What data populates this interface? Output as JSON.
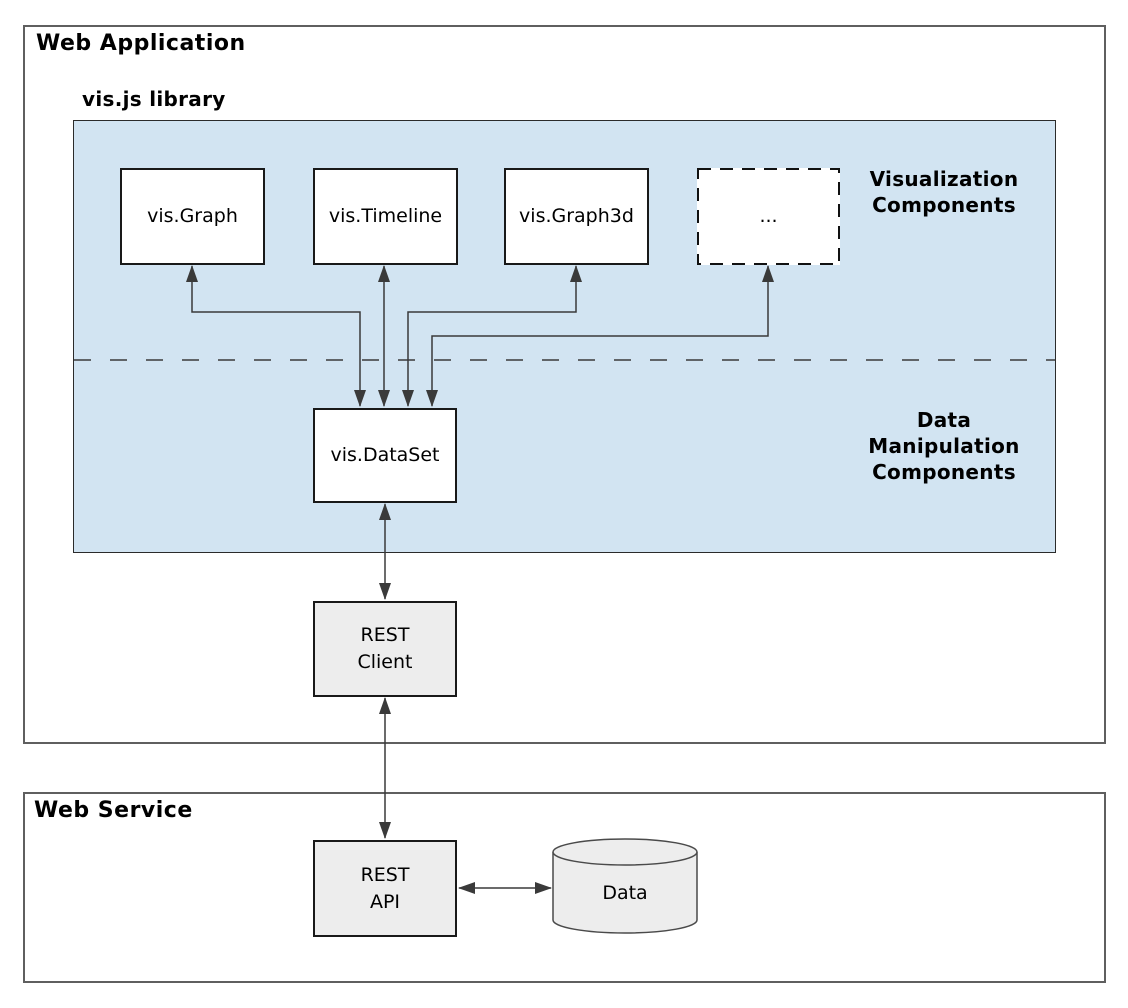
{
  "diagram": {
    "web_application": {
      "title": "Web Application",
      "vis_library": {
        "title": "vis.js library",
        "sections": {
          "visualization": {
            "label": "Visualization\nComponents"
          },
          "data_manipulation": {
            "label": "Data\nManipulation\nComponents"
          }
        }
      }
    },
    "web_service": {
      "title": "Web Service"
    }
  },
  "nodes": {
    "vis_graph": {
      "label": "vis.Graph",
      "type": "visualization-component"
    },
    "vis_timeline": {
      "label": "vis.Timeline",
      "type": "visualization-component"
    },
    "vis_graph3d": {
      "label": "vis.Graph3d",
      "type": "visualization-component"
    },
    "more_components": {
      "label": "...",
      "type": "visualization-component-placeholder"
    },
    "vis_dataset": {
      "label": "vis.DataSet",
      "type": "data-manipulation-component"
    },
    "rest_client": {
      "label": "REST\nClient",
      "type": "client"
    },
    "rest_api": {
      "label": "REST\nAPI",
      "type": "service"
    },
    "data_store": {
      "label": "Data",
      "type": "database-cylinder"
    }
  },
  "edges": [
    {
      "from": "vis_dataset",
      "to": "vis_graph",
      "bidirectional": true
    },
    {
      "from": "vis_dataset",
      "to": "vis_timeline",
      "bidirectional": true
    },
    {
      "from": "vis_dataset",
      "to": "vis_graph3d",
      "bidirectional": true
    },
    {
      "from": "vis_dataset",
      "to": "more_components",
      "bidirectional": true
    },
    {
      "from": "vis_dataset",
      "to": "rest_client",
      "bidirectional": true
    },
    {
      "from": "rest_client",
      "to": "rest_api",
      "bidirectional": true
    },
    {
      "from": "rest_api",
      "to": "data_store",
      "bidirectional": true
    }
  ],
  "colors": {
    "panel_blue": "#d2e4f2",
    "node_gray": "#ededed",
    "node_white": "#ffffff",
    "connector": "#3a3a3a",
    "outer_border": "#5f5f5f",
    "node_border": "#191919",
    "text": "#000000"
  }
}
